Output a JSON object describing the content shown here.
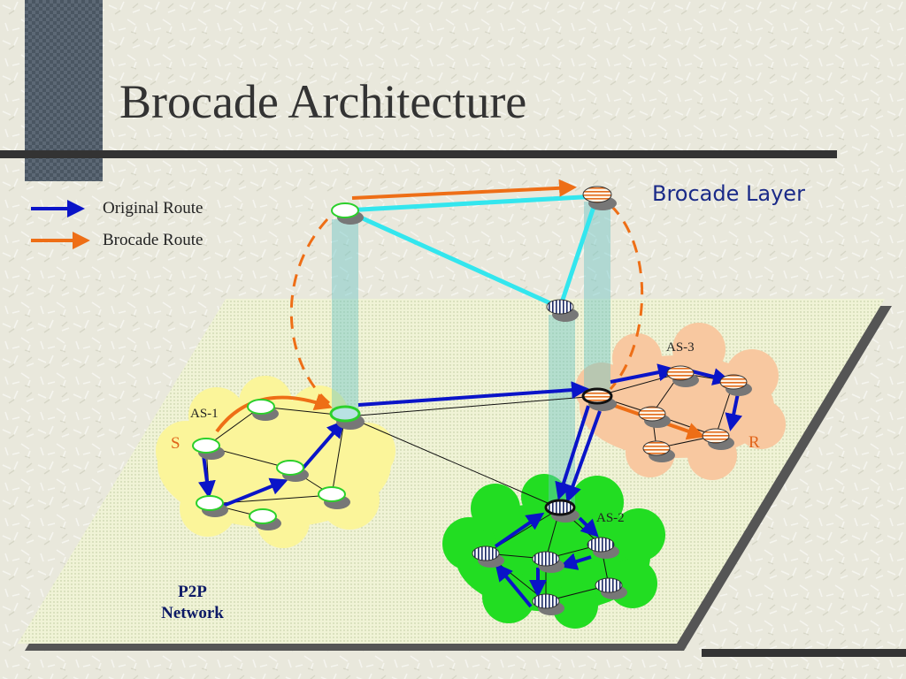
{
  "slide": {
    "title": "Brocade Architecture",
    "layer_label": "Brocade Layer",
    "network_label_line1": "P2P",
    "network_label_line2": "Network"
  },
  "legend": {
    "original_route": "Original Route",
    "brocade_route": "Brocade Route"
  },
  "regions": {
    "as1": "AS-1",
    "as2": "AS-2",
    "as3": "AS-3"
  },
  "endpoints": {
    "source": "S",
    "receiver": "R"
  },
  "colors": {
    "original_route": "#0a14c8",
    "brocade_route": "#ee6e16",
    "brocade_link": "#33e6ee",
    "as1_fill": "#fbf59a",
    "as2_fill": "#22dd22",
    "as3_fill": "#f8c8a0",
    "title_bar": "#333333"
  }
}
